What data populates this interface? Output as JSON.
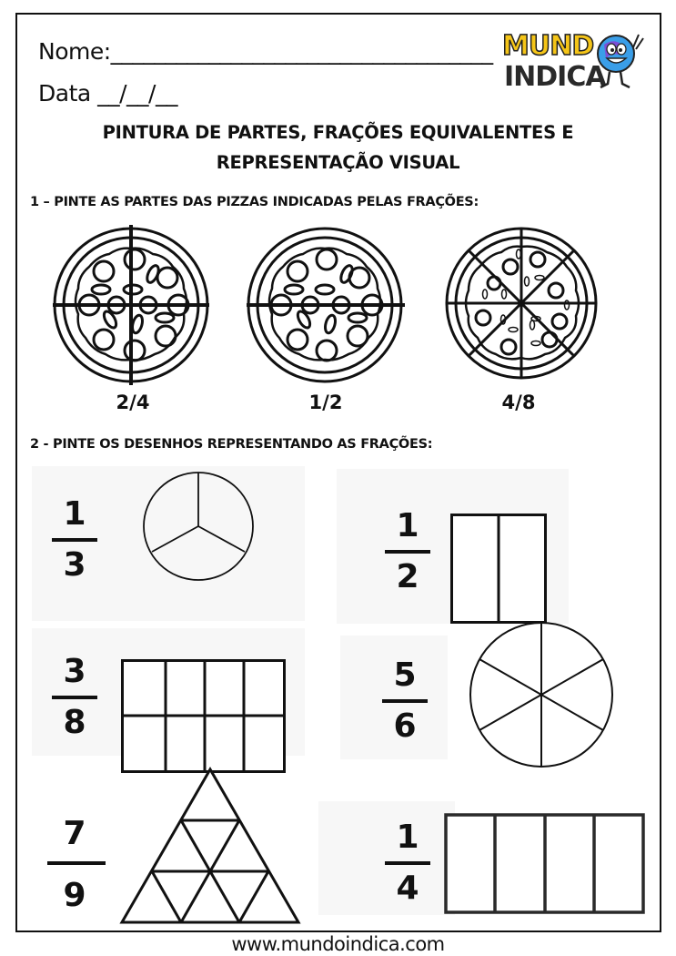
{
  "header": {
    "name_label": "Nome:___________________________________",
    "date_label": "Data __/__/__",
    "logo": {
      "line1": "MUND",
      "line2": "INDICA",
      "mascot_icon": "globe-mascot-icon",
      "colors": {
        "top": "#f5c518",
        "bottom": "#2a2a2a",
        "globe": "#3a7bd5"
      }
    }
  },
  "title": {
    "line1": "PINTURA DE PARTES, FRAÇÕES EQUIVALENTES E",
    "line2": "REPRESENTAÇÃO VISUAL"
  },
  "question1": {
    "label": "1 – PINTE AS PARTES DAS PIZZAS INDICADAS PELAS FRAÇÕES:",
    "pizzas": [
      {
        "fraction": "2/4",
        "slices": 4,
        "icon": "pizza-quarters-icon"
      },
      {
        "fraction": "1/2",
        "slices": 2,
        "icon": "pizza-halves-icon"
      },
      {
        "fraction": "4/8",
        "slices": 8,
        "icon": "pizza-eighths-icon"
      }
    ]
  },
  "question2": {
    "label": "2 - PINTE OS DESENHOS REPRESENTANDO AS FRAÇÕES:",
    "items": [
      {
        "numerator": "1",
        "denominator": "3",
        "shape": "circle",
        "parts": 3
      },
      {
        "numerator": "1",
        "denominator": "2",
        "shape": "rectangle",
        "parts": 2
      },
      {
        "numerator": "3",
        "denominator": "8",
        "shape": "grid",
        "parts": 8
      },
      {
        "numerator": "5",
        "denominator": "6",
        "shape": "circle",
        "parts": 6
      },
      {
        "numerator": "7",
        "denominator": "9",
        "shape": "triangle",
        "parts": 9
      },
      {
        "numerator": "1",
        "denominator": "4",
        "shape": "rectangle",
        "parts": 4
      }
    ]
  },
  "footer": {
    "url": "www.mundoindica.com"
  }
}
